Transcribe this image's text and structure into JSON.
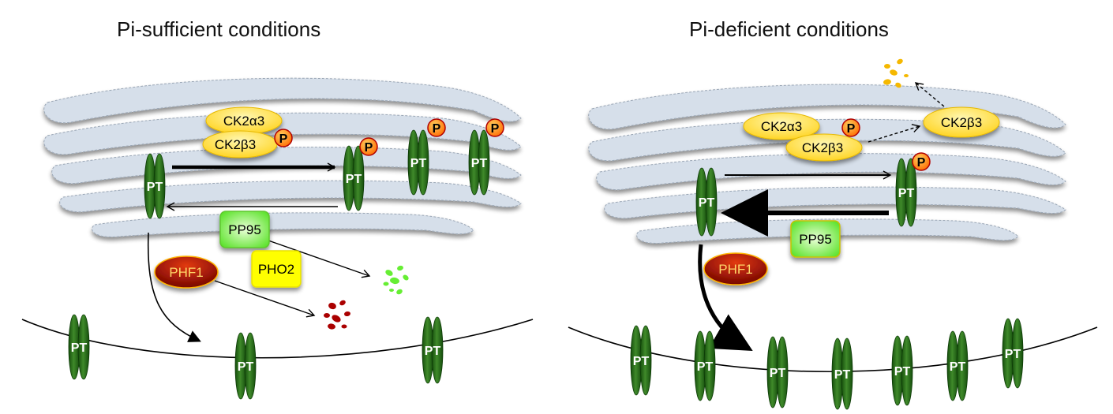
{
  "panels": {
    "left": {
      "title": "Pi-sufficient conditions",
      "proteins": {
        "ck2a3": "CK2α3",
        "ck2b3": "CK2β3",
        "pp95": "PP95",
        "pho2": "PHO2",
        "phf1": "PHF1"
      }
    },
    "right": {
      "title": "Pi-deficient conditions",
      "proteins": {
        "ck2a3": "CK2α3",
        "ck2b3": "CK2β3",
        "ck2b3_free": "CK2β3",
        "pp95": "PP95",
        "phf1": "PHF1"
      }
    }
  },
  "labels": {
    "transporter": "PT",
    "phospho": "P"
  },
  "colors": {
    "er": "#d6dfea",
    "transporter": "#2e6b1e",
    "ck2": "#ffd83a",
    "pp95": "#7ef04a",
    "pho2": "#ffff00",
    "phf1": "#a80808",
    "phospho": "#ff8000"
  }
}
